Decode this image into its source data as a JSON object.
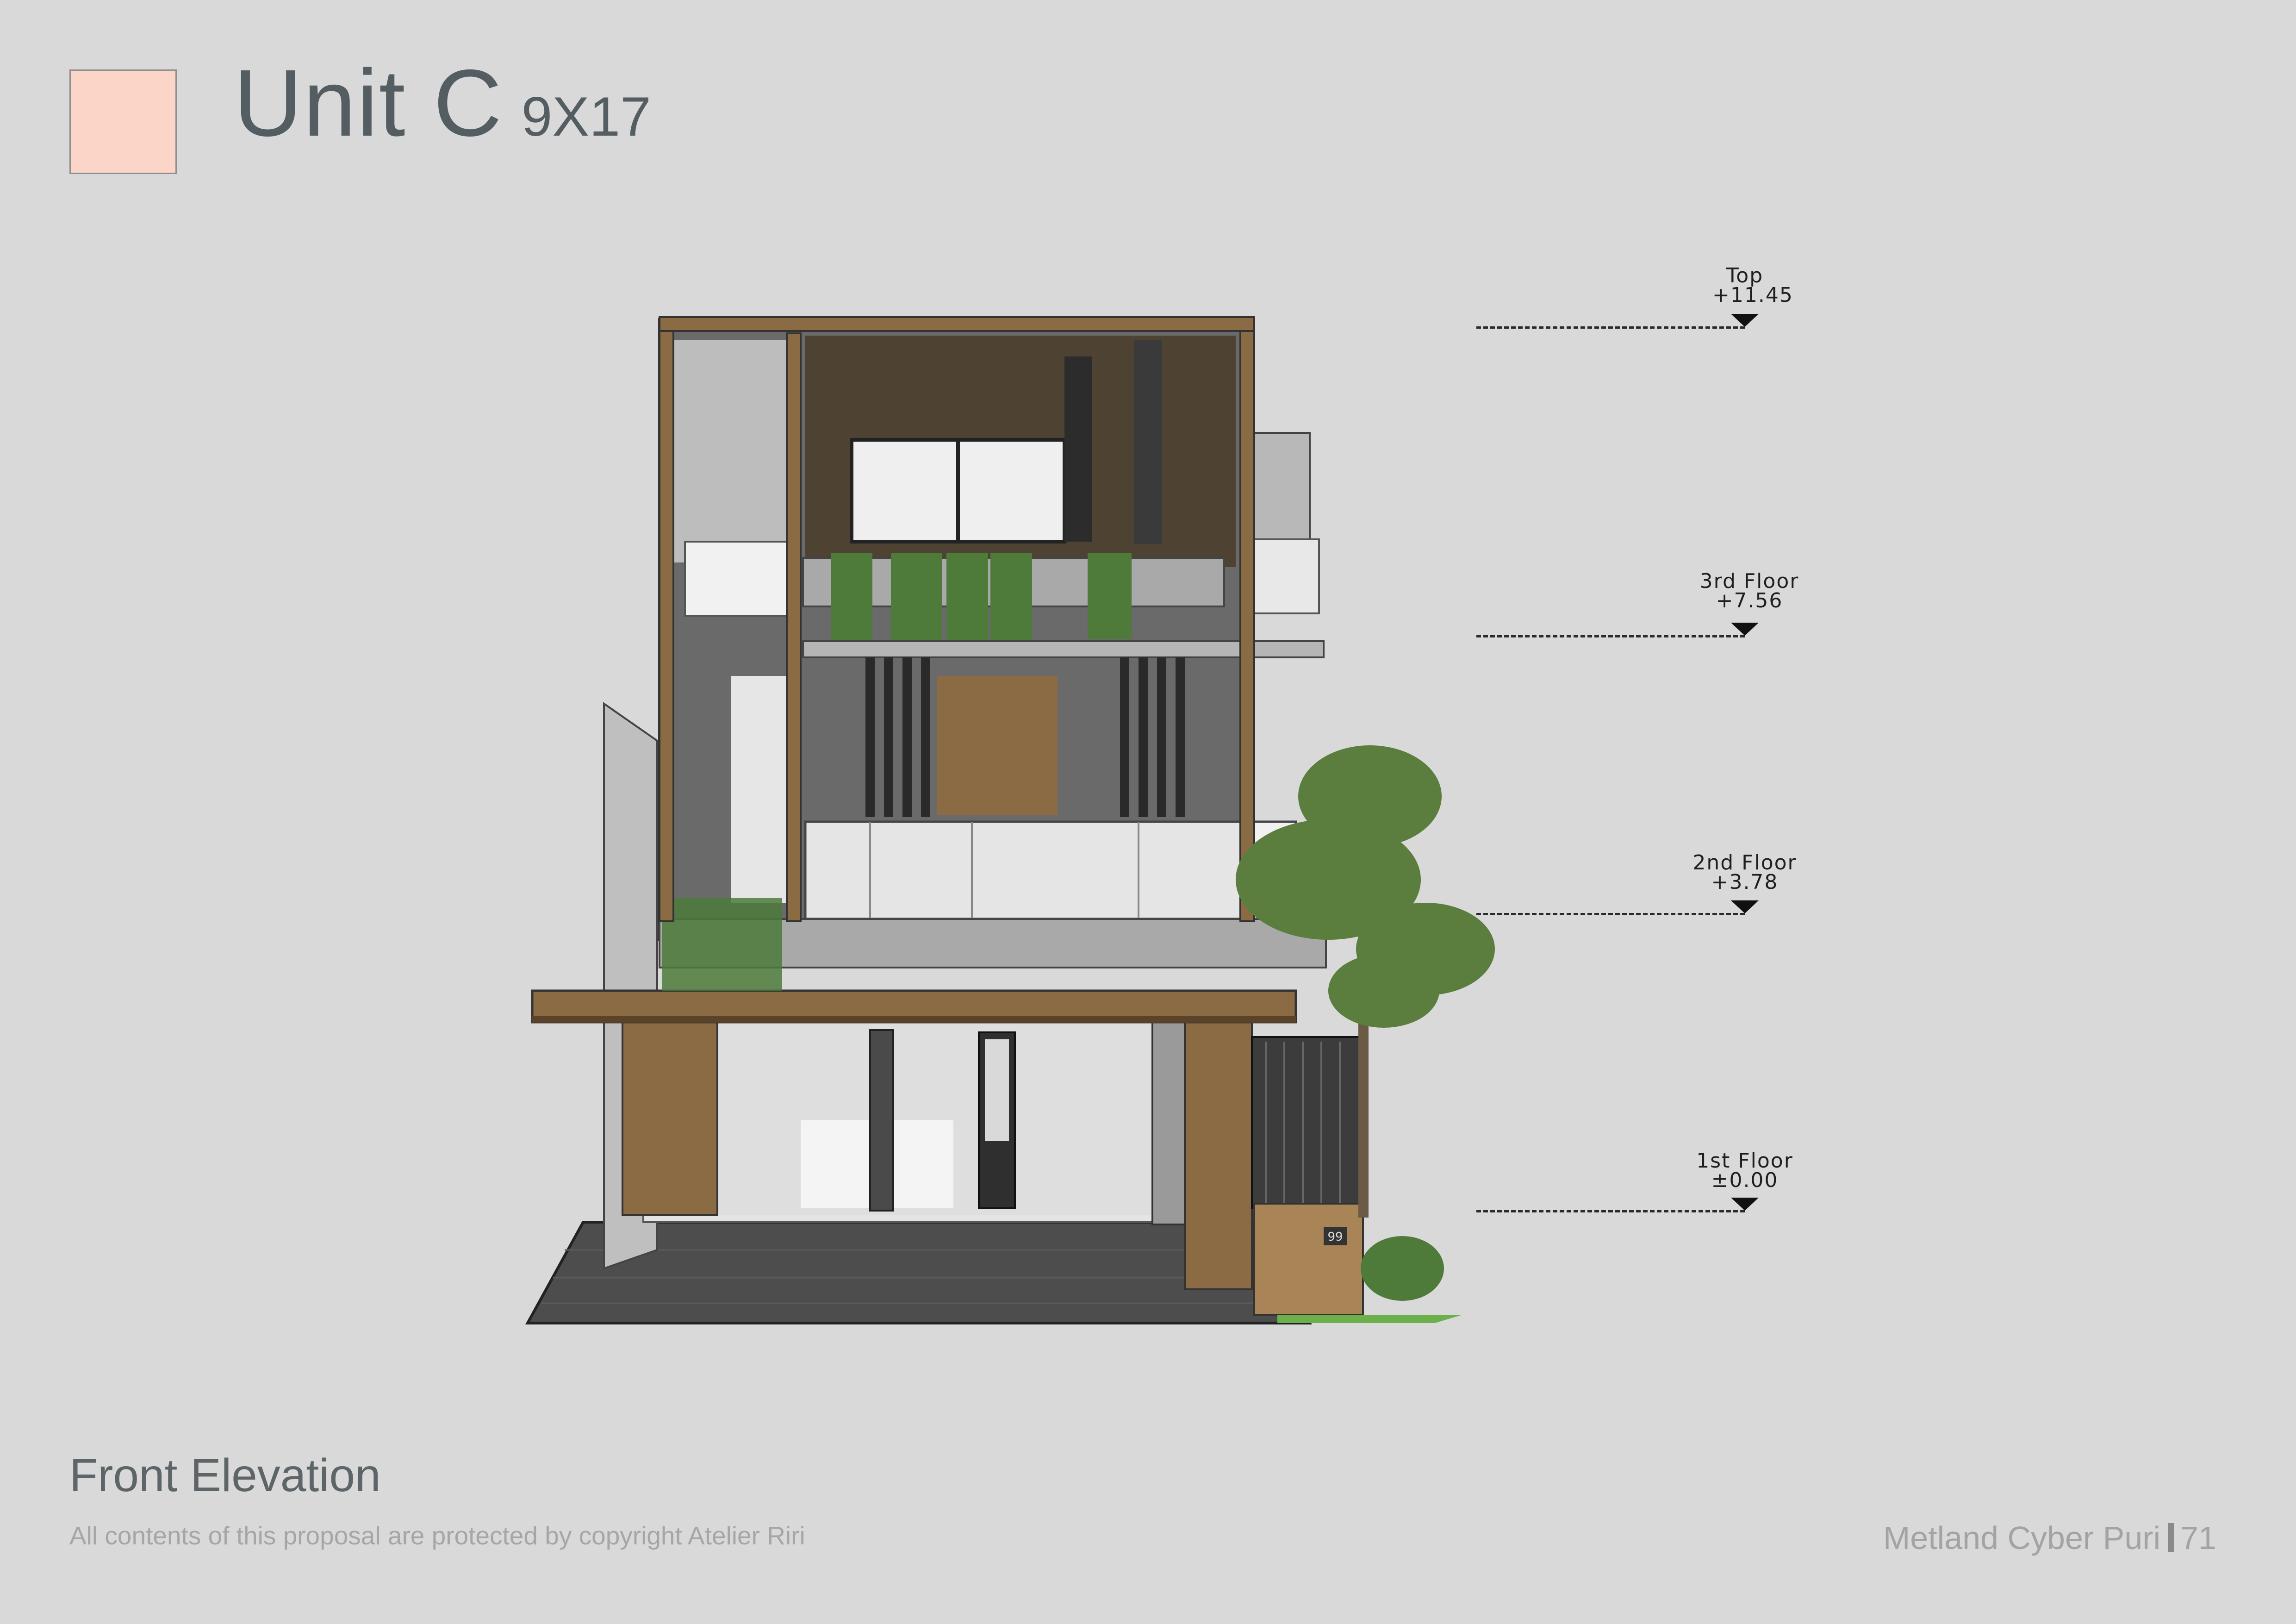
{
  "header": {
    "title": "Unit C",
    "dimension": "9X17",
    "swatch_color": "#fbd5c8"
  },
  "drawing": {
    "caption": "Front Elevation",
    "copyright": "All contents of this proposal are protected by copyright Atelier Riri",
    "levels": [
      {
        "name": "Top",
        "value": "+11.45"
      },
      {
        "name": "3rd Floor",
        "value": "+7.56"
      },
      {
        "name": "2nd Floor",
        "value": "+3.78"
      },
      {
        "name": "1st Floor",
        "value": "±0.00"
      }
    ],
    "house_number": "99"
  },
  "footer": {
    "project": "Metland Cyber Puri",
    "page": "71"
  }
}
